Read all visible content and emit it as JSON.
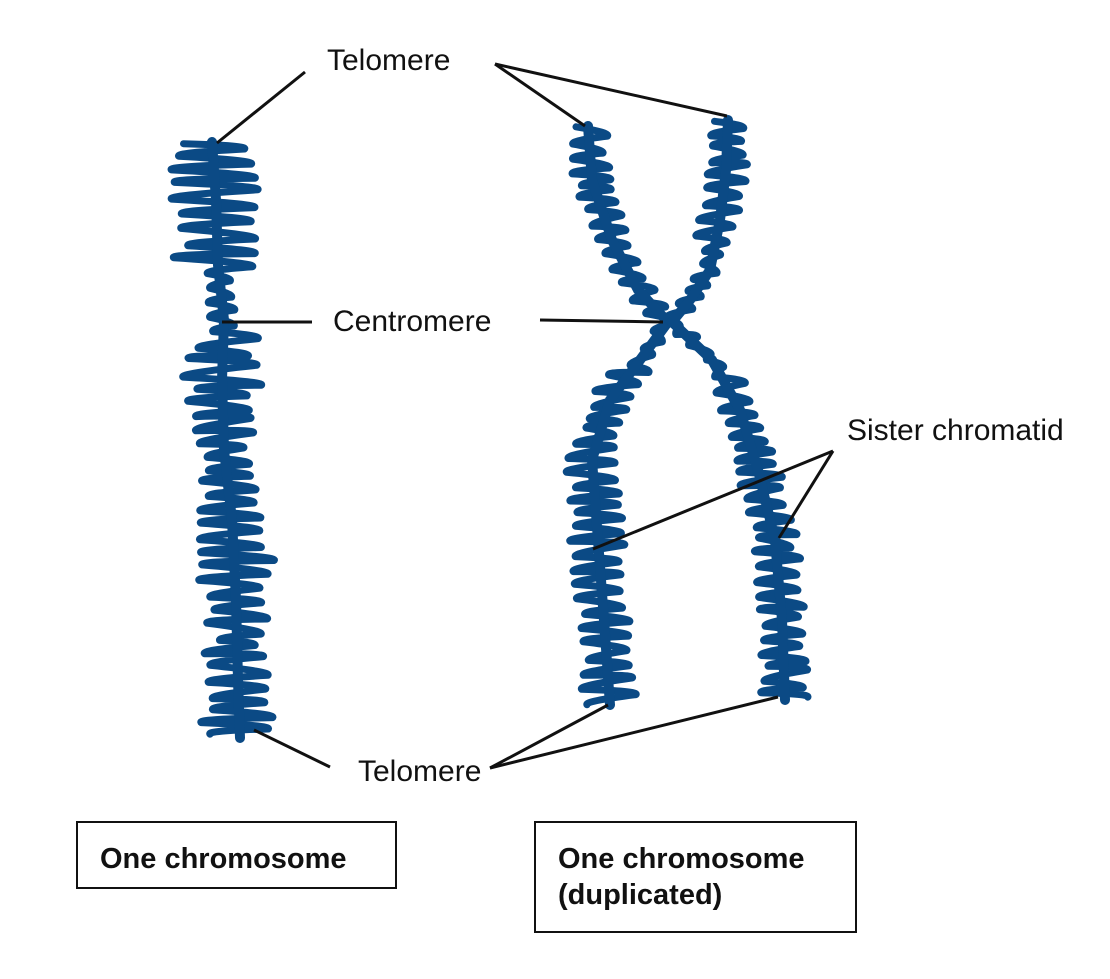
{
  "labels": {
    "telomere_top": "Telomere",
    "centromere": "Centromere",
    "sister_chromatid": "Sister chromatid",
    "telomere_bottom": "Telomere"
  },
  "boxes": {
    "single": "One chromosome",
    "duplicated_line1": "One chromosome",
    "duplicated_line2": "(duplicated)"
  },
  "colors": {
    "chromosome": "#0b4a85",
    "leader_line": "#111111"
  }
}
